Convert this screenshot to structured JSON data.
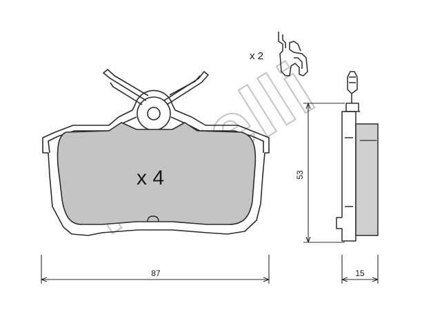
{
  "watermark": {
    "text": "metelli",
    "color": "#c8c8c8"
  },
  "annotations": {
    "pad_quantity": "x 4",
    "clip_quantity": "x 2"
  },
  "dimensions": {
    "width_value": "87",
    "height_value": "53",
    "thickness_value": "15"
  },
  "colors": {
    "line": "#2a2a2a",
    "friction_fill": "#c4c4c4",
    "side_fill": "#cfcfcf",
    "background": "#ffffff"
  }
}
